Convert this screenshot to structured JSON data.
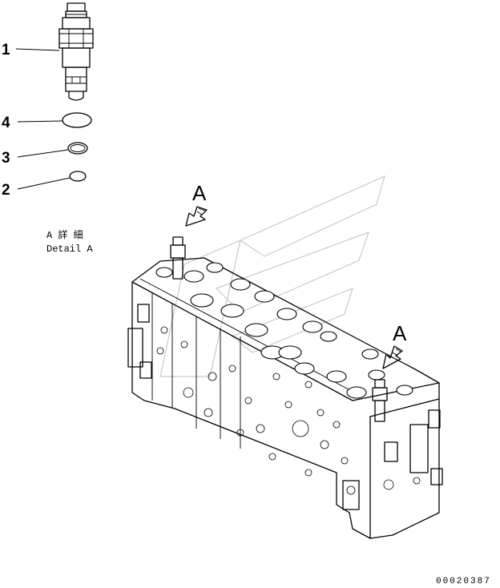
{
  "callouts": [
    {
      "number": "1"
    },
    {
      "number": "4"
    },
    {
      "number": "3"
    },
    {
      "number": "2"
    }
  ],
  "view_arrows": [
    {
      "label": "A"
    },
    {
      "label": "A"
    }
  ],
  "detail_caption": {
    "line1": "A 詳 細",
    "line2": "Detail A"
  },
  "document_number": "00020387"
}
